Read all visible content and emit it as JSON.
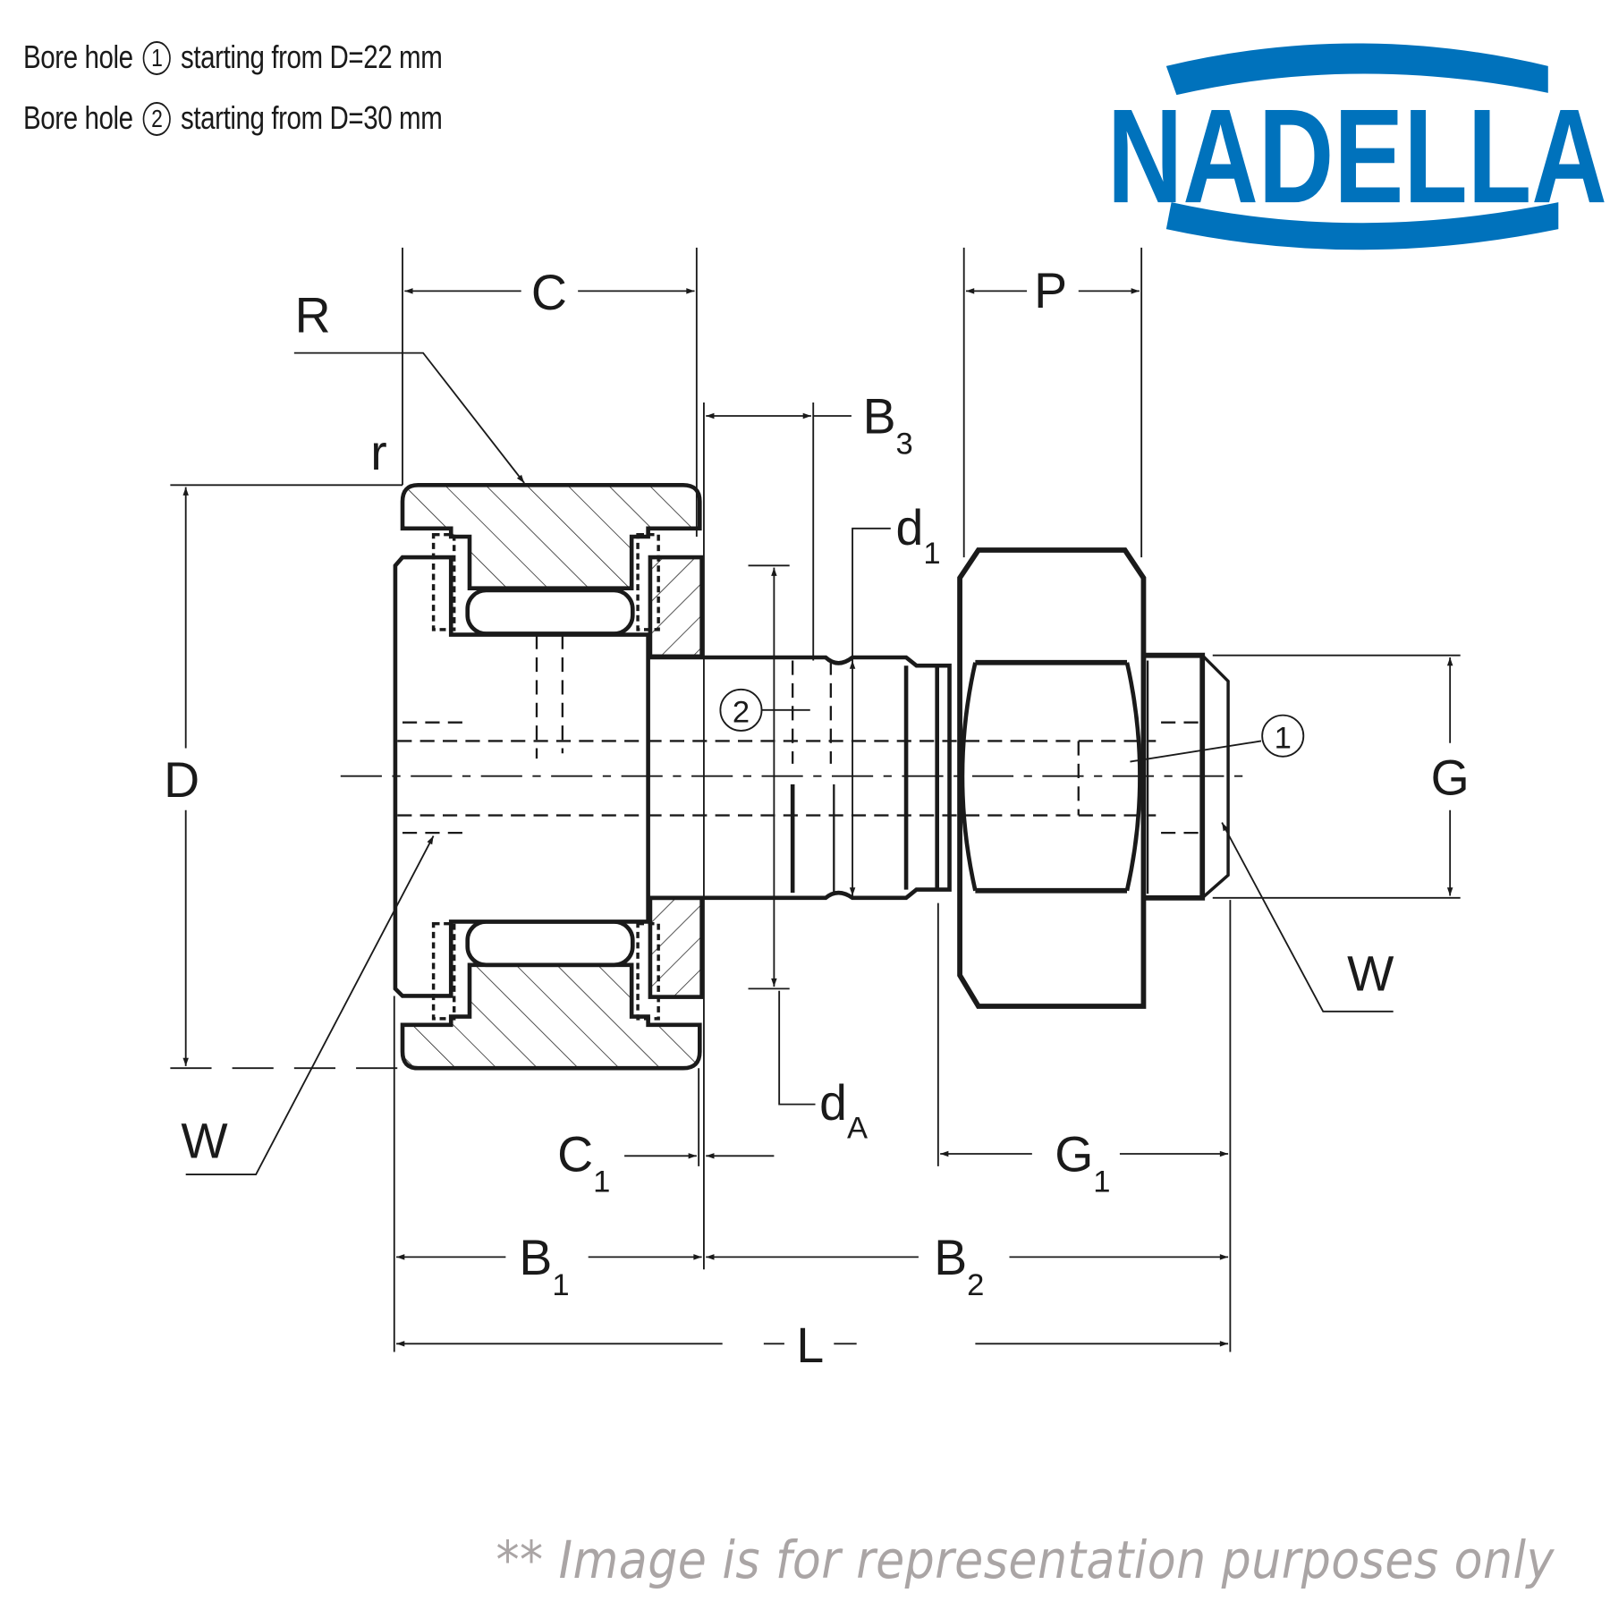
{
  "notes": [
    {
      "prefix": "Bore hole",
      "marker": "1",
      "suffix": "starting from D=22 mm"
    },
    {
      "prefix": "Bore hole",
      "marker": "2",
      "suffix": "starting from D=30 mm"
    }
  ],
  "logo": {
    "text": "NADELLA",
    "color": "#0072bc"
  },
  "dimensions": {
    "C": "C",
    "R": "R",
    "r": "r",
    "B3_main": "B",
    "B3_sub": "3",
    "P": "P",
    "d1_main": "d",
    "d1_sub": "1",
    "D": "D",
    "G": "G",
    "W_left": "W",
    "W_right": "W",
    "dA_main": "d",
    "dA_sub": "A",
    "C1_main": "C",
    "C1_sub": "1",
    "G1_main": "G",
    "G1_sub": "1",
    "B1_main": "B",
    "B1_sub": "1",
    "B2_main": "B",
    "B2_sub": "2",
    "L": "L",
    "hole1": "1",
    "hole2": "2"
  },
  "disclaimer": "** Image is for representation purposes only",
  "colors": {
    "line": "#1a1a1a",
    "logo": "#0072bc",
    "disclaimer": "#aaa5a5"
  }
}
